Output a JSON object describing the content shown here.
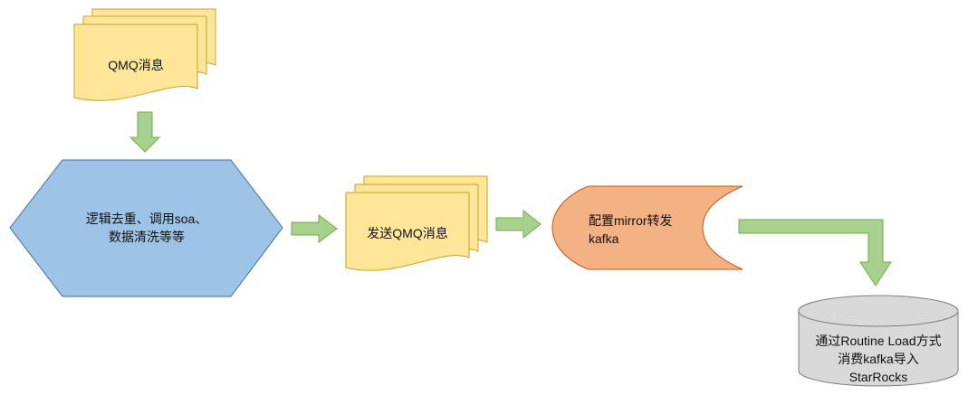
{
  "nodes": {
    "qmq_source": {
      "label": "QMQ消息"
    },
    "processing": {
      "lines": [
        "逻辑去重、调用soa、",
        "数据清洗等等"
      ]
    },
    "send_qmq": {
      "label": "发送QMQ消息"
    },
    "mirror": {
      "lines": [
        "配置mirror转发",
        "kafka"
      ]
    },
    "starrocks": {
      "lines": [
        "通过Routine Load方式",
        "消费kafka导入",
        "StarRocks"
      ]
    }
  },
  "colors": {
    "document_fill": "#ffe699",
    "document_stroke": "#c9a227",
    "hexagon_fill": "#9dc3e6",
    "hexagon_stroke": "#41719c",
    "mirror_fill": "#f4b183",
    "mirror_stroke": "#c55a11",
    "cylinder_fill": "#d9d9d9",
    "cylinder_stroke": "#7f7f7f",
    "arrow_fill": "#a9d18e",
    "arrow_stroke": "#70ad47"
  }
}
